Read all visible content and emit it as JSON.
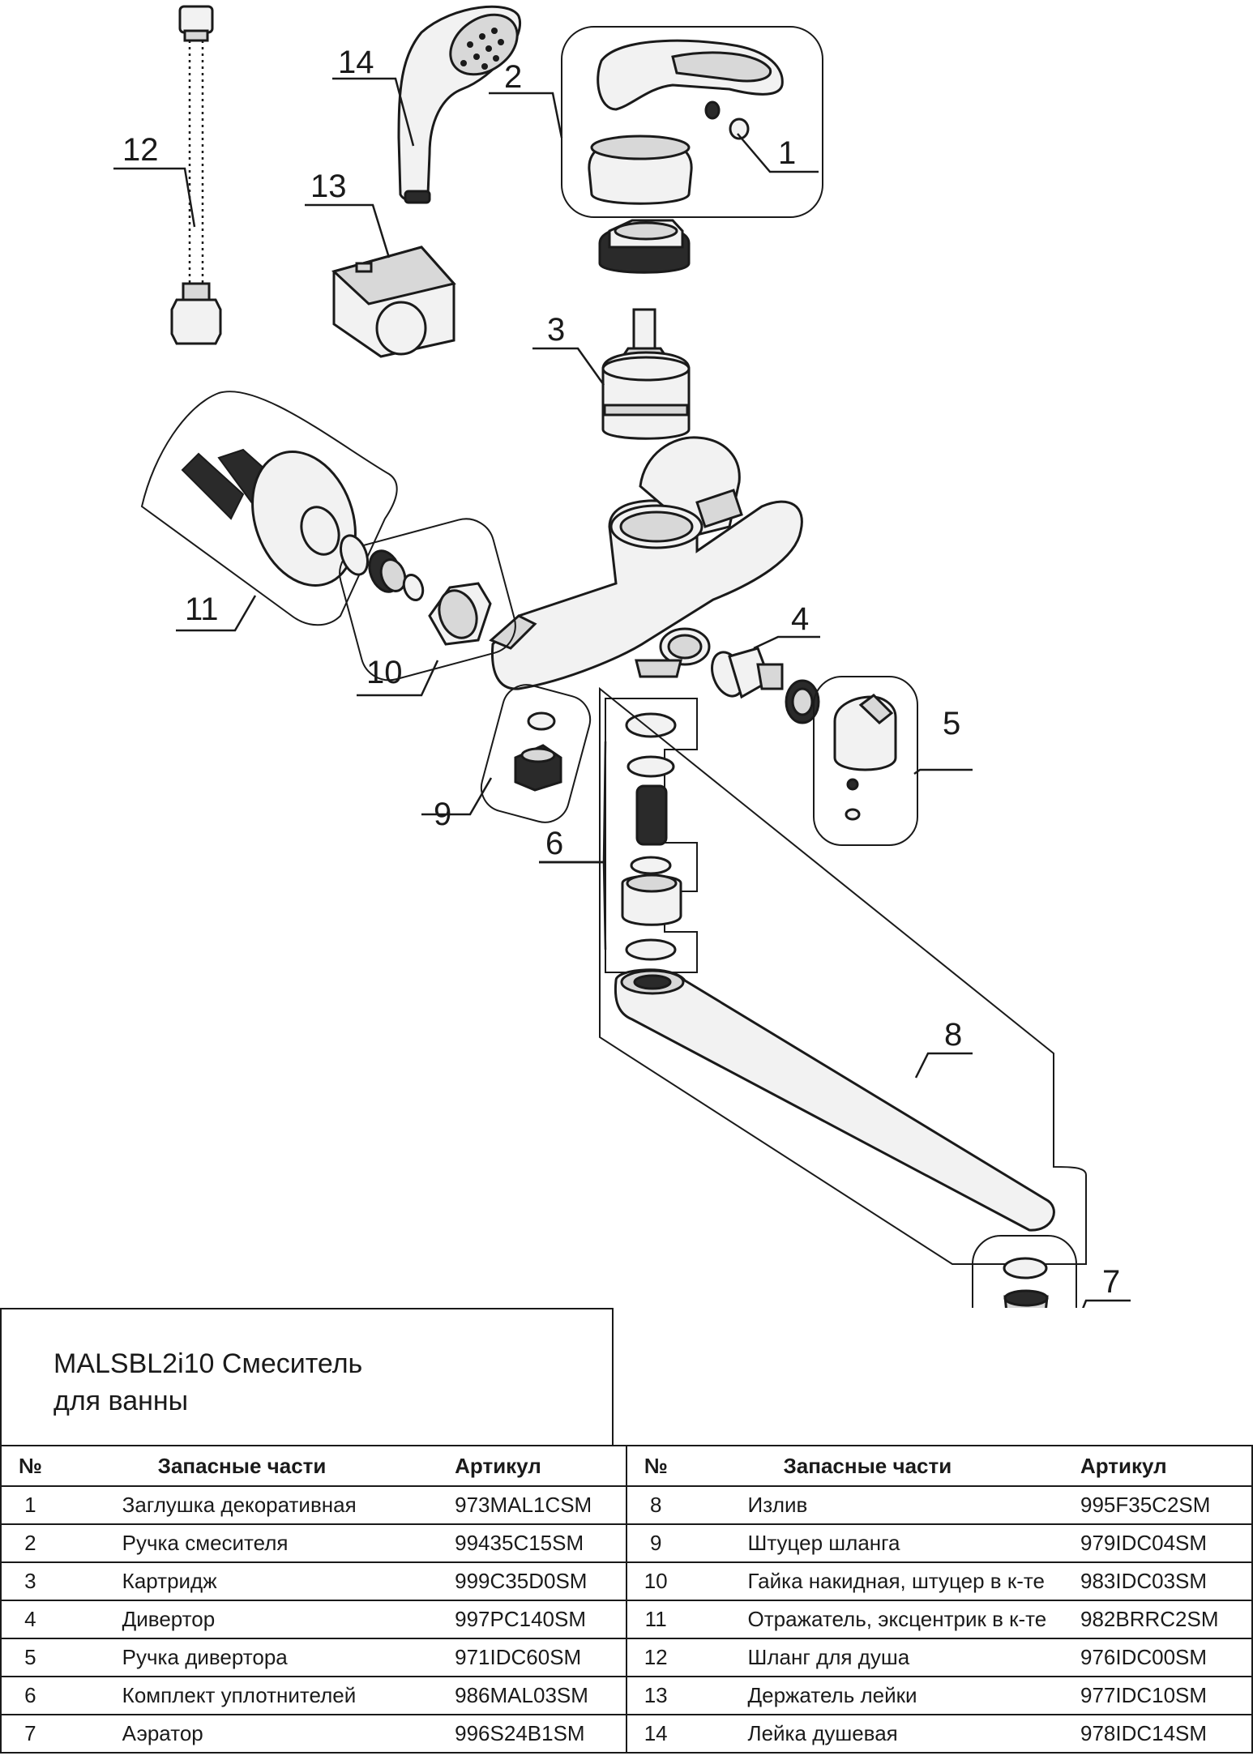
{
  "title_line1": "MALSBL2i10 Смеситель",
  "title_line2": "для ванны",
  "callouts": [
    "1",
    "2",
    "3",
    "4",
    "5",
    "6",
    "7",
    "8",
    "9",
    "10",
    "11",
    "12",
    "13",
    "14"
  ],
  "table": {
    "headers": {
      "num": "№",
      "name": "Запасные части",
      "article": "Артикул"
    },
    "left": [
      {
        "num": "1",
        "name": "Заглушка декоративная",
        "article": "973MAL1CSM"
      },
      {
        "num": "2",
        "name": "Ручка смесителя",
        "article": "99435C15SM"
      },
      {
        "num": "3",
        "name": "Картридж",
        "article": "999C35D0SM"
      },
      {
        "num": "4",
        "name": "Дивертор",
        "article": "997PC140SM"
      },
      {
        "num": "5",
        "name": "Ручка дивертора",
        "article": "971IDC60SM"
      },
      {
        "num": "6",
        "name": "Комплект уплотнителей",
        "article": "986MAL03SM"
      },
      {
        "num": "7",
        "name": "Аэратор",
        "article": "996S24B1SM"
      }
    ],
    "right": [
      {
        "num": "8",
        "name": "Излив",
        "article": "995F35C2SM"
      },
      {
        "num": "9",
        "name": "Штуцер шланга",
        "article": "979IDC04SM"
      },
      {
        "num": "10",
        "name": "Гайка накидная, штуцер в к-те",
        "article": "983IDC03SM"
      },
      {
        "num": "11",
        "name": "Отражатель, эксцентрик в к-те",
        "article": "982BRRC2SM"
      },
      {
        "num": "12",
        "name": "Шланг для душа",
        "article": "976IDC00SM"
      },
      {
        "num": "13",
        "name": "Держатель лейки",
        "article": "977IDC10SM"
      },
      {
        "num": "14",
        "name": "Лейка душевая",
        "article": "978IDC14SM"
      }
    ]
  }
}
